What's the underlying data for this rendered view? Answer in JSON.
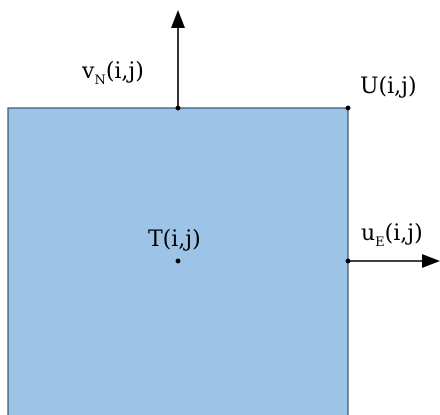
{
  "diagram": {
    "cell_fill": "#9dc3e6",
    "cell_stroke": "#2f4f6f",
    "ink": "#000000",
    "labels": {
      "center": "T(i,j)",
      "corner": "U(i,j)",
      "north_base": "v",
      "north_sub": "N",
      "north_args": "(i,j)",
      "east_base": "u",
      "east_sub": "E",
      "east_args": "(i,j)"
    }
  }
}
